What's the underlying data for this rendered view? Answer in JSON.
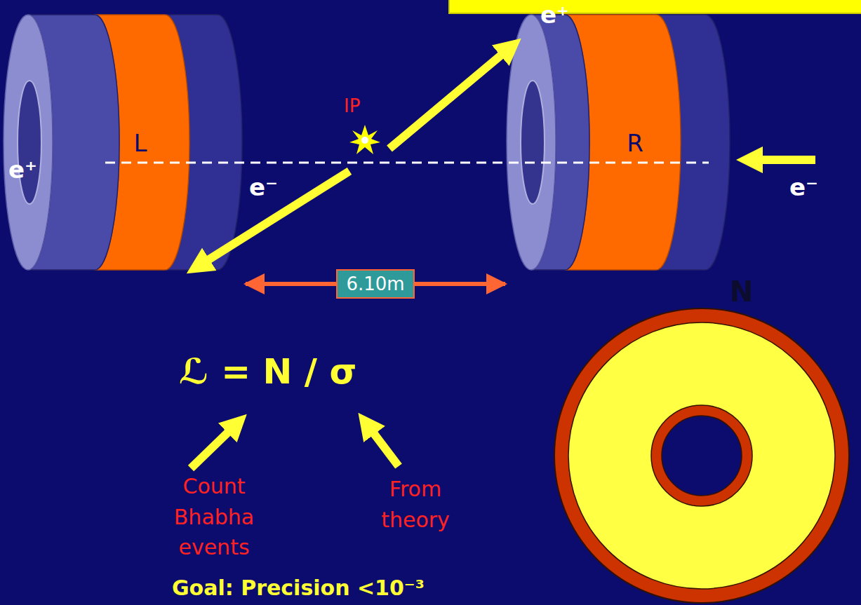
{
  "diagram": {
    "nodes": [
      {
        "text": [
          "L"
        ]
      },
      {
        "text": [
          "R"
        ]
      }
    ],
    "edges": [
      {
        "from": 0,
        "to": 1,
        "arrow": "both",
        "label": "6.10m"
      }
    ],
    "labels": [
      "e⁺",
      "e⁻",
      "e⁺",
      "e⁻",
      "IP",
      "ℒ = N / σ",
      "Count Bhabha events",
      "From theory",
      "N",
      "Goal: Precision <10⁻³"
    ]
  }
}
